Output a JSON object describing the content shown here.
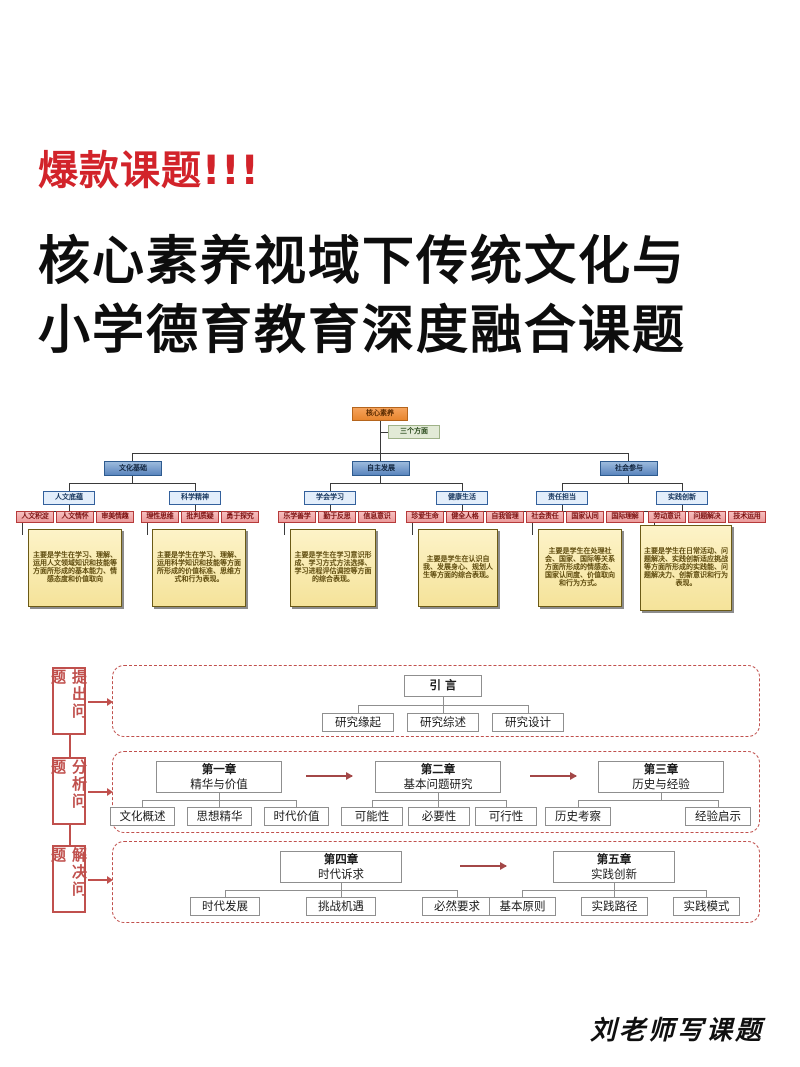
{
  "headline": {
    "kicker": "爆款课题!!!",
    "title_line_1": "核心素养视域下传统文化与",
    "title_line_2": "小学德育教育深度融合课题"
  },
  "competency_diagram": {
    "root": "核心素养",
    "root_branch_label": "三个方面",
    "level2": [
      "文化基础",
      "自主发展",
      "社会参与"
    ],
    "level3": [
      "人文底蕴",
      "科学精神",
      "学会学习",
      "健康生活",
      "责任担当",
      "实践创新"
    ],
    "leaf_groups": [
      [
        "人文积淀",
        "人文情怀",
        "审美情趣"
      ],
      [
        "理性思维",
        "批判质疑",
        "勇于探究"
      ],
      [
        "乐学善学",
        "勤于反思",
        "信息意识"
      ],
      [
        "珍爱生命",
        "健全人格",
        "自我管理"
      ],
      [
        "社会责任",
        "国家认同",
        "国际理解"
      ],
      [
        "劳动意识",
        "问题解决",
        "技术运用"
      ]
    ],
    "descriptions": [
      "主要是学生在学习、理解、运用人文领域知识和技能等方面所形成的基本能力、情感态度和价值取向",
      "主要是学生在学习、理解、运用科学知识和技能等方面所形成的价值标准、思维方式和行为表现。",
      "主要是学生在学习意识形成、学习方式方法选择、学习进程评估调控等方面的综合表现。",
      "主要是学生在认识自我、发展身心、规划人生等方面的综合表现。",
      "主要是学生在处理社会、国家、国际等关系方面所形成的情感态、国家认同度、价值取向和行为方式。",
      "主要是学生在日常活动、问题解决、实践创新适应挑战等方面所形成的实践能、问题解决力、创新意识和行为表现。"
    ]
  },
  "research_flow": {
    "stages": [
      "提出问题",
      "分析问题",
      "解决问题"
    ],
    "row1": {
      "head": "引  言",
      "children": [
        "研究缘起",
        "研究综述",
        "研究设计"
      ]
    },
    "row2": [
      {
        "num": "第一章",
        "name": "精华与价值",
        "children": [
          "文化概述",
          "思想精华",
          "时代价值"
        ]
      },
      {
        "num": "第二章",
        "name": "基本问题研究",
        "children": [
          "可能性",
          "必要性",
          "可行性"
        ]
      },
      {
        "num": "第三章",
        "name": "历史与经验",
        "children": [
          "历史考察",
          "经验启示"
        ]
      }
    ],
    "row3": [
      {
        "num": "第四章",
        "name": "时代诉求",
        "children": [
          "时代发展",
          "挑战机遇",
          "必然要求"
        ]
      },
      {
        "num": "第五章",
        "name": "实践创新",
        "children": [
          "基本原则",
          "实践路径",
          "实践模式"
        ]
      }
    ]
  },
  "signature": "刘老师写课题",
  "colors": {
    "kicker_red": "#d2232a",
    "stage_red": "#c0504d",
    "root_orange": "#e8862f",
    "level2_blue": "#5b86be",
    "leaf_pink": "#eb9a9a",
    "desc_yellow": "#f5e39a"
  }
}
